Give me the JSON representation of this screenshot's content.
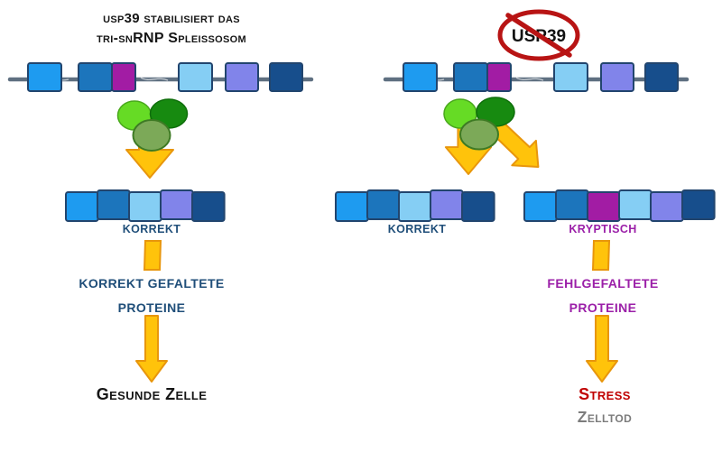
{
  "title": {
    "line1": "usp39 stabilisiert das",
    "line2": "tri-snRNP Spleissosom"
  },
  "prohibition": {
    "label": "USP39"
  },
  "left": {
    "mrna_label": "KORREKT",
    "protein_line1": "KORREKT GEFALTETE",
    "protein_line2": "PROTEINE",
    "outcome": "Gesunde Zelle"
  },
  "right": {
    "mrna_correct_label": "KORREKT",
    "mrna_cryptic_label": "KRYPTISCH",
    "protein_line1": "FEHLGEFALTETE",
    "protein_line2": "PROTEINE",
    "outcome_stress": "Stress",
    "outcome_death": "Zelltod"
  },
  "strands": {
    "pre_mrna_left": {
      "type": "pre",
      "exons": [
        "bright_blue",
        "medium_blue",
        "cryptic_purple",
        "light_blue",
        "periwinkle",
        "navy"
      ]
    },
    "pre_mrna_right": {
      "type": "pre",
      "exons": [
        "bright_blue",
        "medium_blue",
        "cryptic_purple",
        "light_blue",
        "periwinkle",
        "navy"
      ]
    },
    "mrna_korrekt_left": {
      "type": "mature",
      "exons": [
        "bright_blue",
        "medium_blue",
        "light_blue",
        "periwinkle",
        "navy"
      ]
    },
    "mrna_korrekt_right": {
      "type": "mature",
      "exons": [
        "bright_blue",
        "medium_blue",
        "light_blue",
        "periwinkle",
        "navy"
      ]
    },
    "mrna_kryptisch": {
      "type": "mature",
      "exons": [
        "bright_blue",
        "medium_blue",
        "cryptic_purple",
        "light_blue",
        "periwinkle",
        "navy"
      ]
    }
  },
  "colors": {
    "exons": {
      "bright_blue": "#1E9BF0",
      "medium_blue": "#1C75BC",
      "cryptic_purple": "#A21CA4",
      "light_blue": "#85CEF4",
      "periwinkle": "#8184EA",
      "navy": "#174E8C"
    },
    "exon_border": "#22456E",
    "intron_line": "#5F7081",
    "spliceosome_light_green": "#66DB25",
    "spliceosome_dark_green": "#178A10",
    "spliceosome_olive_green": "#7CA958",
    "arrow_gold": "#FFC30B",
    "prohibition_red": "#B81414",
    "text_navy": "#1F4E79",
    "text_purple": "#9B1FA8",
    "text_red": "#C00000",
    "text_gray": "#7C7C7C",
    "text_black": "#161616"
  }
}
